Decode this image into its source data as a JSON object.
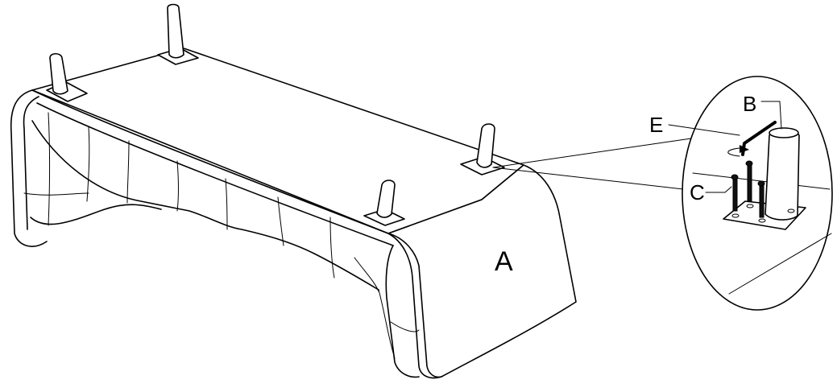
{
  "diagram": {
    "labels": {
      "part_a": "A",
      "part_b": "B",
      "part_c": "C",
      "part_e": "E"
    },
    "colors": {
      "line": "#000000",
      "background": "#ffffff"
    }
  }
}
